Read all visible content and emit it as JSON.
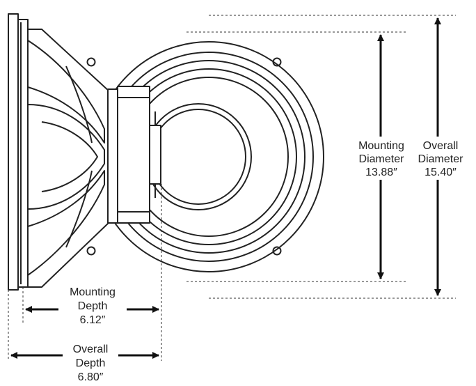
{
  "colors": {
    "stroke": "#222222",
    "background": "#ffffff",
    "dimension": "#111111"
  },
  "labels": {
    "mounting_diameter": {
      "line1": "Mounting",
      "line2": "Diameter",
      "value": "13.88″"
    },
    "overall_diameter": {
      "line1": "Overall",
      "line2": "Diameter",
      "value": "15.40″"
    },
    "mounting_depth": {
      "line1": "Mounting",
      "line2": "Depth",
      "value": "6.12″"
    },
    "overall_depth": {
      "line1": "Overall",
      "line2": "Depth",
      "value": "6.80″"
    }
  }
}
